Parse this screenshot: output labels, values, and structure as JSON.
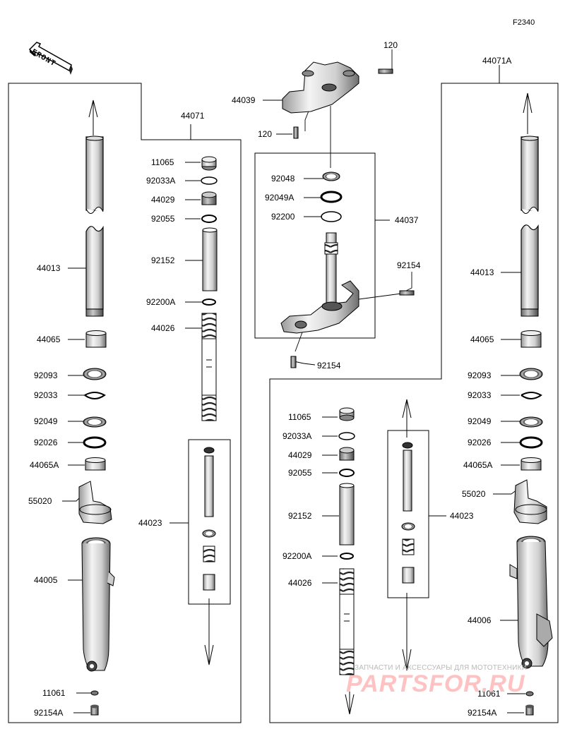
{
  "diagram_code": "F2340",
  "front_label": "FRONT",
  "watermark": {
    "tagline": "ЗАПЧАСТИ И АКСЕССУАРЫ ДЛЯ МОТОТЕХНИКИ",
    "logo": "PARTSFOR.RU"
  },
  "labels": {
    "left_assembly": "44071",
    "right_assembly": "44071A",
    "steering_stem_assembly": "44037",
    "upper_bracket": "44039",
    "bolt_120_upper": "120",
    "bolt_120_lower": "120",
    "seal_92048": "92048",
    "seal_92049A": "92049A",
    "washer_92200": "92200",
    "bolt_92154_right": "92154",
    "bolt_92154_lower": "92154",
    "left_tube": "44013",
    "left_bushing": "44065",
    "left_oil_seal": "92093",
    "left_snap_ring": "92033",
    "left_seal_92049": "92049",
    "left_washer_92026": "92026",
    "left_bushing_A": "44065A",
    "left_guard": "55020",
    "left_outer_tube": "44005",
    "left_drain_washer": "11061",
    "left_drain_bolt": "92154A",
    "left_cap": "11065",
    "left_oring_92033A": "92033A",
    "left_cap_44029": "44029",
    "left_oring_92055": "92055",
    "left_spacer_92152": "92152",
    "left_washer_92200A": "92200A",
    "left_spring_44026": "44026",
    "left_cylinder_44023": "44023",
    "right_cap": "11065",
    "right_oring_92033A": "92033A",
    "right_cap_44029": "44029",
    "right_oring_92055": "92055",
    "right_spacer_92152": "92152",
    "right_washer_92200A": "92200A",
    "right_spring_44026": "44026",
    "right_cylinder_44023": "44023",
    "right_tube": "44013",
    "right_bushing": "44065",
    "right_oil_seal": "92093",
    "right_snap_ring": "92033",
    "right_seal_92049": "92049",
    "right_washer_92026": "92026",
    "right_bushing_A": "44065A",
    "right_guard": "55020",
    "right_outer_tube": "44006",
    "right_drain_washer": "11061",
    "right_drain_bolt": "92154A"
  }
}
